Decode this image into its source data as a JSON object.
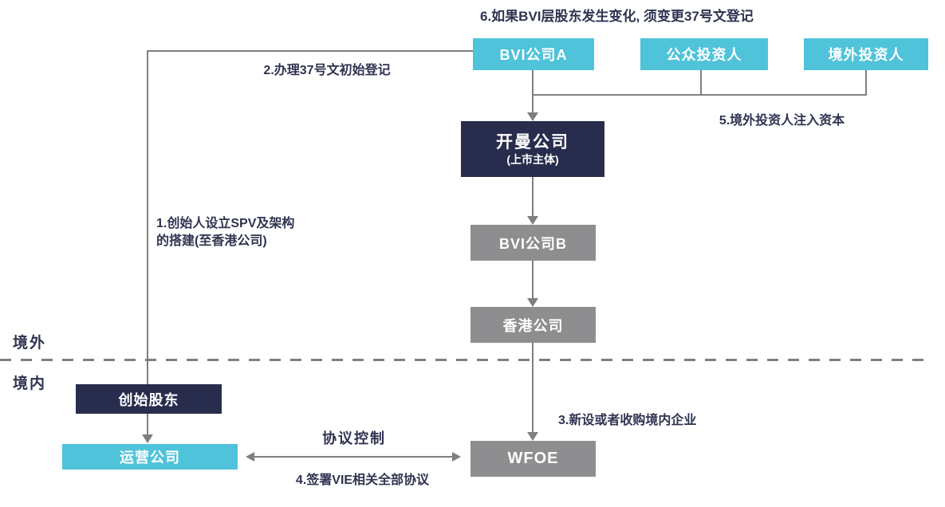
{
  "colors": {
    "cyan": "#4fc3d9",
    "navy": "#282c4d",
    "graybox": "#8e8e90",
    "line": "#7f7f7f",
    "text": "#2f3350",
    "bg": "#ffffff"
  },
  "regions": {
    "offshore": "境外",
    "onshore": "境内"
  },
  "nodes": {
    "bvi_a": "BVI公司A",
    "public_investors": "公众投资人",
    "foreign_investors": "境外投资人",
    "cayman_title": "开曼公司",
    "cayman_sub": "(上市主体)",
    "bvi_b": "BVI公司B",
    "hk": "香港公司",
    "founder": "创始股东",
    "opco": "运营公司",
    "wfoe": "WFOE"
  },
  "annotations": {
    "note6": "6.如果BVI层股东发生变化, 须变更37号文登记",
    "note2": "2.办理37号文初始登记",
    "note5": "5.境外投资人注入资本",
    "note1_line1": "1.创始人设立SPV及架构",
    "note1_line2": "的搭建(至香港公司)",
    "note3": "3.新设或者收购境内企业",
    "vie_control": "协议控制",
    "note4": "4.签署VIE相关全部协议"
  }
}
